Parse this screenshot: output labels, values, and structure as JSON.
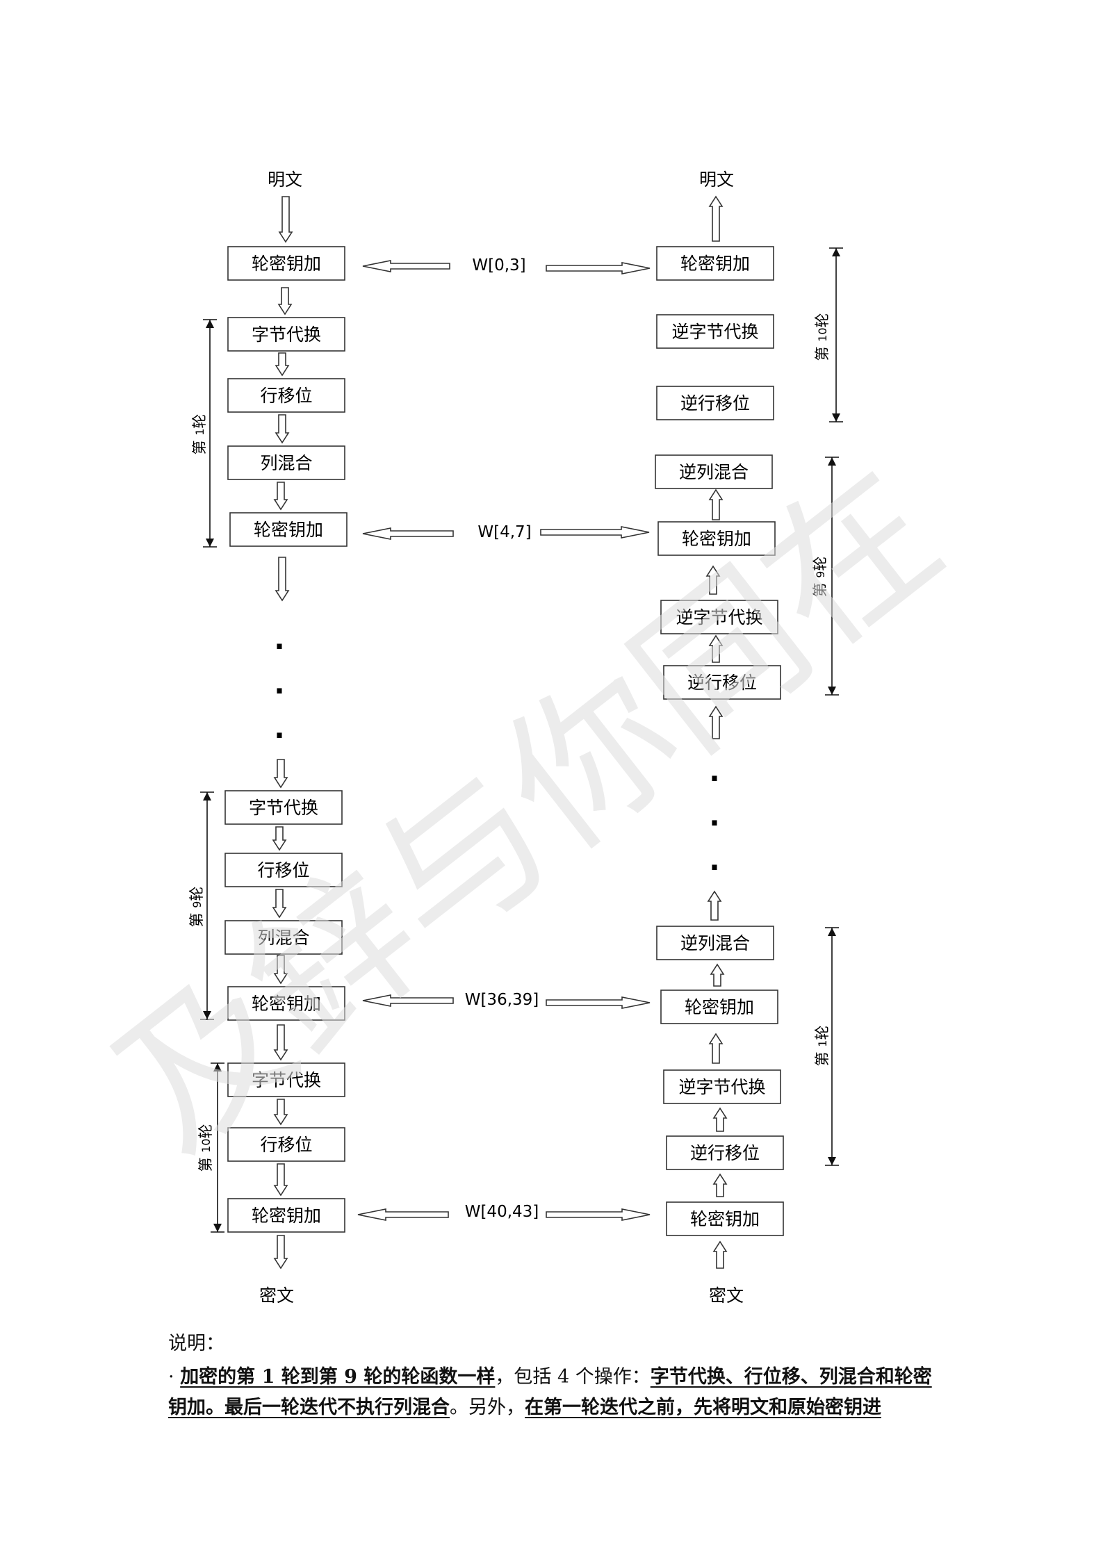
{
  "diagram": {
    "left": {
      "top_label": "明文",
      "bottom_label": "密文",
      "boxes": [
        "轮密钥加",
        "字节代换",
        "行移位",
        "列混合",
        "轮密钥加",
        "字节代换",
        "行移位",
        "列混合",
        "轮密钥加",
        "字节代换",
        "行移位",
        "轮密钥加"
      ],
      "rounds": [
        {
          "prefix": "第",
          "num": "1",
          "suffix": "轮"
        },
        {
          "prefix": "第",
          "num": "9",
          "suffix": "轮"
        },
        {
          "prefix": "第",
          "num": "10",
          "suffix": "轮"
        }
      ],
      "ellipsis": [
        "·",
        "·",
        "·"
      ]
    },
    "right": {
      "top_label": "明文",
      "bottom_label": "密文",
      "boxes": [
        "轮密钥加",
        "逆字节代换",
        "逆行移位",
        "逆列混合",
        "轮密钥加",
        "逆字节代换",
        "逆行移位",
        "逆列混合",
        "轮密钥加",
        "逆字节代换",
        "逆行移位",
        "轮密钥加"
      ],
      "rounds": [
        {
          "prefix": "第",
          "num": "10",
          "suffix": "轮"
        },
        {
          "prefix": "第",
          "num": "9",
          "suffix": "轮"
        },
        {
          "prefix": "第",
          "num": "1",
          "suffix": "轮"
        }
      ],
      "ellipsis": [
        "·",
        "·",
        "·"
      ]
    },
    "keys": [
      "W[0,3]",
      "W[4,7]",
      "W[36,39]",
      "W[40,43]"
    ]
  },
  "watermark": "及鋅与你同在",
  "notes": {
    "heading": "说明：",
    "bullet": "·",
    "p1_u1": "加密的第 1 轮到第 9 轮的轮函数一样",
    "p1_t1": "，包括 4 个操作：",
    "p1_u2": "字节代换、行位移、列混合和轮密钥加。最后一轮迭代不执行列混合",
    "p1_t2": "。另外，",
    "p1_u3": "在第一轮迭代之前，先将明文和原始密钥进"
  }
}
